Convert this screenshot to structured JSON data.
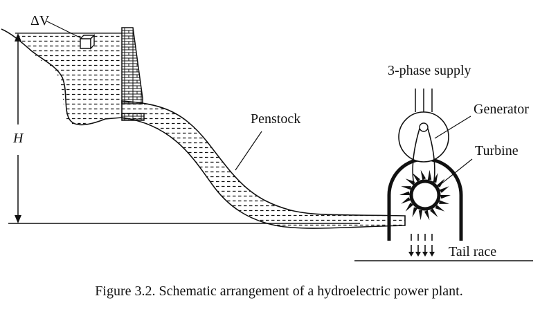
{
  "diagram": {
    "labels": {
      "delta_v": "ΔV",
      "head": "H",
      "penstock": "Penstock",
      "supply": "3-phase supply",
      "generator": "Generator",
      "turbine": "Turbine",
      "tail_race": "Tail race"
    },
    "caption": "Figure 3.2. Schematic arrangement of a hydroelectric power plant."
  }
}
